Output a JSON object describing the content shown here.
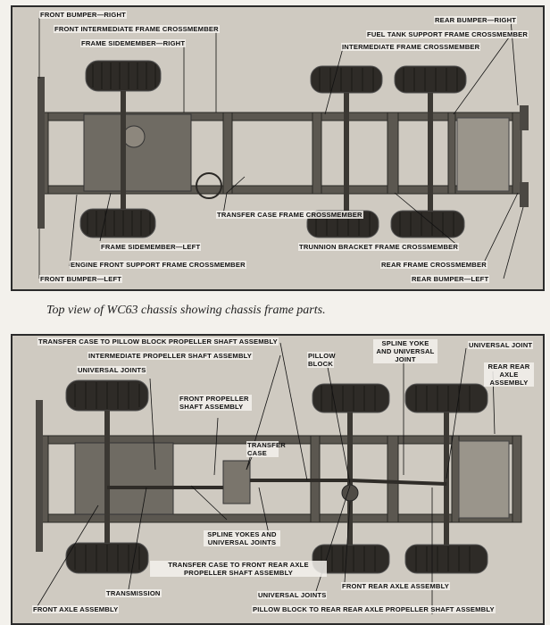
{
  "caption": "Top view of WC63 chassis showing chassis frame parts.",
  "figure1": {
    "labels": {
      "front_bumper_right": "FRONT BUMPER—RIGHT",
      "front_intermediate_crossmember": "FRONT INTERMEDIATE FRAME CROSSMEMBER",
      "frame_sidemember_right": "FRAME SIDEMEMBER—RIGHT",
      "rear_bumper_right": "REAR BUMPER—RIGHT",
      "fuel_tank_support_crossmember": "FUEL TANK SUPPORT FRAME CROSSMEMBER",
      "intermediate_crossmember": "INTERMEDIATE FRAME CROSSMEMBER",
      "transfer_case_crossmember": "TRANSFER CASE FRAME CROSSMEMBER",
      "frame_sidemember_left": "FRAME SIDEMEMBER—LEFT",
      "trunnion_bracket_crossmember": "TRUNNION BRACKET FRAME CROSSMEMBER",
      "engine_front_support_crossmember": "ENGINE FRONT SUPPORT FRAME CROSSMEMBER",
      "rear_frame_crossmember": "REAR FRAME CROSSMEMBER",
      "front_bumper_left": "FRONT BUMPER—LEFT",
      "rear_bumper_left": "REAR BUMPER—LEFT"
    }
  },
  "figure2": {
    "labels": {
      "transfer_to_pillow_shaft": "TRANSFER CASE TO PILLOW BLOCK PROPELLER SHAFT ASSEMBLY",
      "intermediate_propeller_shaft": "INTERMEDIATE PROPELLER SHAFT ASSEMBLY",
      "universal_joints_1": "UNIVERSAL JOINTS",
      "pillow_block": "PILLOW BLOCK",
      "spline_yoke_universal": "SPLINE YOKE AND UNIVERSAL JOINT",
      "universal_joint": "UNIVERSAL JOINT",
      "rear_rear_axle": "REAR REAR AXLE ASSEMBLY",
      "front_propeller_shaft": "FRONT PROPELLER SHAFT ASSEMBLY",
      "transfer_case": "TRANSFER CASE",
      "spline_yokes_universal": "SPLINE YOKES AND UNIVERSAL JOINTS",
      "transfer_to_front_rear_axle_shaft": "TRANSFER CASE TO FRONT REAR AXLE PROPELLER SHAFT ASSEMBLY",
      "transmission": "TRANSMISSION",
      "universal_joints_2": "UNIVERSAL JOINTS",
      "front_rear_axle": "FRONT REAR AXLE ASSEMBLY",
      "front_axle": "FRONT AXLE ASSEMBLY",
      "pillow_to_rear_rear_shaft": "PILLOW BLOCK TO REAR REAR AXLE PROPELLER SHAFT ASSEMBLY"
    }
  }
}
